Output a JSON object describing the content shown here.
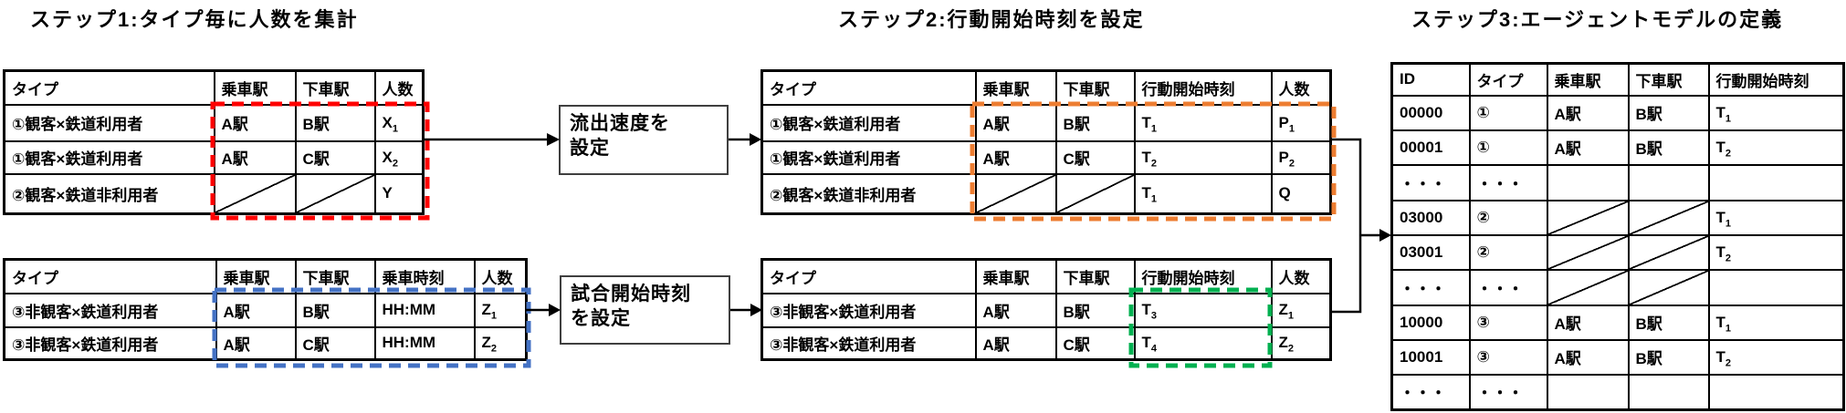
{
  "titles": {
    "step1": "ステップ1:タイプ毎に人数を集計",
    "step2": "ステップ2:行動開始時刻を設定",
    "step3": "ステップ3:エージェントモデルの定義"
  },
  "boxes": {
    "outflow": {
      "lines": [
        "流出速度を",
        "設定"
      ]
    },
    "kickoff": {
      "lines": [
        "試合開始時刻",
        "を設定"
      ]
    }
  },
  "colors": {
    "red": "#FF0000",
    "blue": "#4472C4",
    "orange": "#ED7D31",
    "green": "#00B050",
    "line": "#000000"
  },
  "tables": {
    "s1a": {
      "headers": [
        "タイプ",
        "乗車駅",
        "下車駅",
        "人数"
      ],
      "rows": [
        [
          "①観客×鉄道利用者",
          "A駅",
          "B駅",
          {
            "t": "X",
            "sub": "1"
          }
        ],
        [
          "①観客×鉄道利用者",
          "A駅",
          "C駅",
          {
            "t": "X",
            "sub": "2"
          }
        ],
        [
          "②観客×鉄道非利用者",
          {
            "slash": true
          },
          {
            "slash": true
          },
          "Y"
        ]
      ]
    },
    "s1b": {
      "headers": [
        "タイプ",
        "乗車駅",
        "下車駅",
        "乗車時刻",
        "人数"
      ],
      "rows": [
        [
          "③非観客×鉄道利用者",
          "A駅",
          "B駅",
          "HH:MM",
          {
            "t": "Z",
            "sub": "1"
          }
        ],
        [
          "③非観客×鉄道利用者",
          "A駅",
          "C駅",
          "HH:MM",
          {
            "t": "Z",
            "sub": "2"
          }
        ]
      ]
    },
    "s2a": {
      "headers": [
        "タイプ",
        "乗車駅",
        "下車駅",
        "行動開始時刻",
        "人数"
      ],
      "rows": [
        [
          "①観客×鉄道利用者",
          "A駅",
          "B駅",
          {
            "t": "T",
            "sub": "1"
          },
          {
            "t": "P",
            "sub": "1"
          }
        ],
        [
          "①観客×鉄道利用者",
          "A駅",
          "C駅",
          {
            "t": "T",
            "sub": "2"
          },
          {
            "t": "P",
            "sub": "2"
          }
        ],
        [
          "②観客×鉄道非利用者",
          {
            "slash": true
          },
          {
            "slash": true
          },
          {
            "t": "T",
            "sub": "1"
          },
          "Q"
        ]
      ]
    },
    "s2b": {
      "headers": [
        "タイプ",
        "乗車駅",
        "下車駅",
        "行動開始時刻",
        "人数"
      ],
      "rows": [
        [
          "③非観客×鉄道利用者",
          "A駅",
          "B駅",
          {
            "t": "T",
            "sub": "3"
          },
          {
            "t": "Z",
            "sub": "1"
          }
        ],
        [
          "③非観客×鉄道利用者",
          "A駅",
          "C駅",
          {
            "t": "T",
            "sub": "4"
          },
          {
            "t": "Z",
            "sub": "2"
          }
        ]
      ]
    },
    "s3": {
      "headers": [
        "ID",
        "タイプ",
        "乗車駅",
        "下車駅",
        "行動開始時刻"
      ],
      "rows": [
        [
          "00000",
          "①",
          "A駅",
          "B駅",
          {
            "t": "T",
            "sub": "1"
          }
        ],
        [
          "00001",
          "①",
          "A駅",
          "B駅",
          {
            "t": "T",
            "sub": "2"
          }
        ],
        [
          "・・・",
          "・・・",
          "",
          "",
          ""
        ],
        [
          "03000",
          "②",
          {
            "slash": true
          },
          {
            "slash": true
          },
          {
            "t": "T",
            "sub": "1"
          }
        ],
        [
          "03001",
          "②",
          {
            "slash": true
          },
          {
            "slash": true
          },
          {
            "t": "T",
            "sub": "2"
          }
        ],
        [
          "・・・",
          "・・・",
          {
            "slash": true
          },
          {
            "slash": true
          },
          ""
        ],
        [
          "10000",
          "③",
          "A駅",
          "B駅",
          {
            "t": "T",
            "sub": "1"
          }
        ],
        [
          "10001",
          "③",
          "A駅",
          "B駅",
          {
            "t": "T",
            "sub": "2"
          }
        ],
        [
          "・・・",
          "・・・",
          "",
          "",
          ""
        ]
      ]
    }
  }
}
